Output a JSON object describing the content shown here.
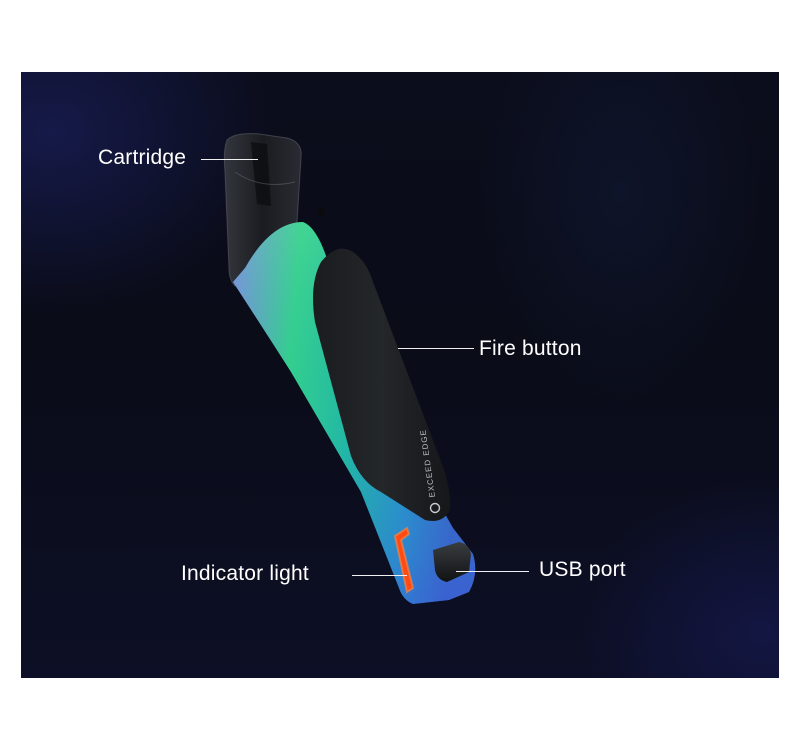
{
  "figure": {
    "subject": "Pod vape device (anatomy diagram)",
    "colors": {
      "page_background": "#ffffff",
      "panel_background": "#0b0d1c",
      "label_text": "#ffffff",
      "leader_line": "#f0f0f0",
      "indicator_light": "#ff4a14",
      "body_gradient": [
        "#8a7cf0",
        "#2fcf8e",
        "#1fa6b8",
        "#3a6fd8"
      ],
      "fire_button": "#1c1e20"
    }
  },
  "callouts": {
    "cartridge": {
      "label": "Cartridge"
    },
    "fire_button": {
      "label": "Fire button"
    },
    "indicator_light": {
      "label": "Indicator light"
    },
    "usb_port": {
      "label": "USB port"
    }
  },
  "device": {
    "brand_text": "EXCEED EDGE"
  }
}
